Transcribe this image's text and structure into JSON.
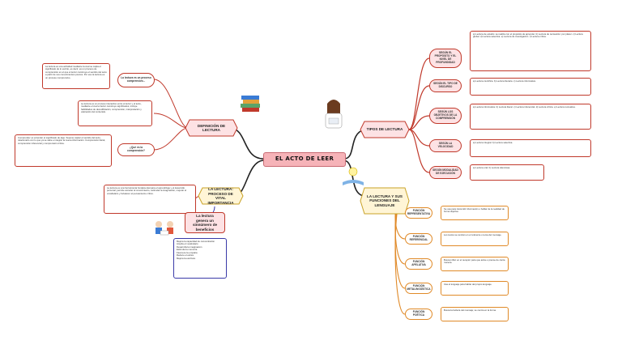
{
  "title": "EL ACTO DE LEER",
  "left": {
    "definicion": "DEFINICIÓN DE LECTURA",
    "lectura_proceso": "La lectura es un proceso comprensivo...",
    "lectura_proceso_text": "La lectura es una actividad mediante la cual se capta el significado de lo escrito, es decir, es un proceso de comprensión en el que el lector construye el sentido del texto a partir de sus conocimientos previos. Por eso la lectura es un proceso comprensivo.",
    "definicion_text": "La lectura es un proceso interactivo entre el lector y el texto, mediante el cual el lector construye significados; incluye habilidades de decodificación, comprensión, interpretación y valoración del contenido.",
    "que_es": "¿Qué es la comprensión?",
    "que_es_text": "Comprender es entender el significado de algo. Supone captar el sentido del texto, relacionarlo con lo que ya se sabe e integrar la nueva información. Comprensión literal, comprensión inferencial y comprensión crítica.",
    "vital": "LA LECTURA: PROCESO DE VITAL IMPORTANCIA",
    "vital_text": "La lectura es una herramienta fundamental para el aprendizaje y el desarrollo personal; permite acceder al conocimiento, estimular la imaginación, mejorar el vocabulario y fortalecer el pensamiento crítico.",
    "beneficios": "La lectura genera un sinnúmero de beneficios",
    "beneficios_list": [
      "Mejora la capacidad de concentración",
      "Amplía el vocabulario",
      "Desarrolla la imaginación",
      "Estimula la memoria",
      "Favorece la empatía",
      "Reduce el estrés",
      "Mejora la escritura"
    ]
  },
  "right": {
    "tipos": "TIPOS DE LECTURA",
    "funciones": "LA LECTURA Y SUS FUNCIONES DEL LENGUAJE",
    "tipos_items": [
      {
        "label": "SEGÚN EL PROPÓSITO Y EL NIVEL DE PROFUNDIDAD",
        "text": "a) Lectura de estudio: se realiza con el propósito de aprender. b) Lectura de recreación: por placer. c) Lectura global. d) Lectura selectiva. e) Lectura de investigación. f) Lectura crítica."
      },
      {
        "label": "SEGÚN EL TIPO DE DISCURSO",
        "text": "a) Lectura científica. b) Lectura literaria. c) Lectura informativa."
      },
      {
        "label": "SEGÚN LOS OBJETIVOS DE LA COMPRENSIÓN",
        "text": "a) Lectura informativa. b) Lectura literal. c) Lectura inferencial. d) Lectura crítica. e) Lectura recreativa."
      },
      {
        "label": "SEGÚN LA VELOCIDAD",
        "text": "a) Lectura integral. b) Lectura selectiva."
      },
      {
        "label": "SEGÚN MODALIDAD DE EJECUCIÓN",
        "text": "a) Lectura oral. b) Lectura silenciosa."
      }
    ],
    "funciones_items": [
      {
        "label": "FUNCIÓN REPRESENTATIVA",
        "text": "Se usa para transmitir información o hablar de la realidad de forma objetiva."
      },
      {
        "label": "FUNCIÓN REFERENCIAL",
        "text": "Los textos se centran en el referente o tema del mensaje."
      },
      {
        "label": "FUNCIÓN APELATIVA",
        "text": "Busca influir en el receptor para que actúe o piense de cierta manera."
      },
      {
        "label": "FUNCIÓN METALINGÜÍSTICA",
        "text": "Usa el lenguaje para hablar del propio lenguaje."
      },
      {
        "label": "FUNCIÓN POÉTICA",
        "text": "Busca la belleza del mensaje; se centra en la forma."
      }
    ]
  }
}
